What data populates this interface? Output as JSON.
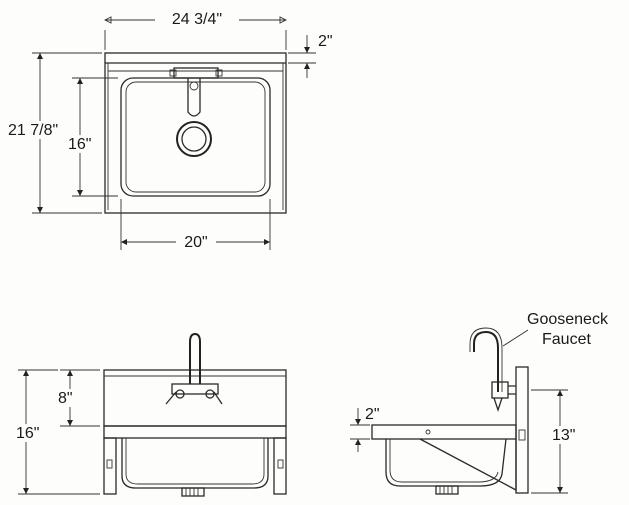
{
  "top_view": {
    "overall_width": "24 3/4\"",
    "backsplash_height": "2\"",
    "overall_depth": "21 7/8\"",
    "bowl_depth": "16\"",
    "bowl_width": "20\""
  },
  "front_view": {
    "faucet_height": "8\"",
    "overall_height": "16\""
  },
  "side_view": {
    "faucet_label_line1": "Gooseneck",
    "faucet_label_line2": "Faucet",
    "rim_height": "2\"",
    "bracket_height": "13\""
  },
  "colors": {
    "line": "#2a2a2a",
    "background": "#fdfdfb"
  }
}
